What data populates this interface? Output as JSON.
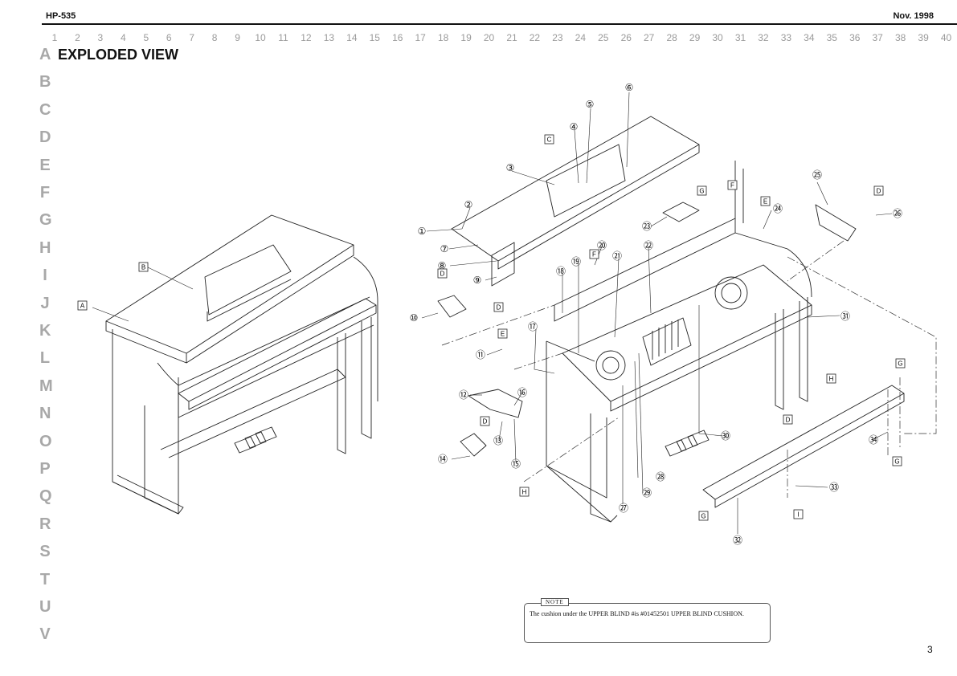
{
  "header": {
    "model": "HP-535",
    "date": "Nov. 1998"
  },
  "title": "EXPLODED VIEW",
  "page_number": "3",
  "grid": {
    "columns": [
      "1",
      "2",
      "3",
      "4",
      "5",
      "6",
      "7",
      "8",
      "9",
      "10",
      "11",
      "12",
      "13",
      "14",
      "15",
      "16",
      "17",
      "18",
      "19",
      "20",
      "21",
      "22",
      "23",
      "24",
      "25",
      "26",
      "27",
      "28",
      "29",
      "30",
      "31",
      "32",
      "33",
      "34",
      "35",
      "36",
      "37",
      "38",
      "39",
      "40"
    ],
    "rows": [
      "A",
      "B",
      "C",
      "D",
      "E",
      "F",
      "G",
      "H",
      "I",
      "J",
      "K",
      "L",
      "M",
      "N",
      "O",
      "P",
      "Q",
      "R",
      "S",
      "T",
      "U",
      "V"
    ]
  },
  "diagram": {
    "callouts": [
      "①",
      "②",
      "③",
      "④",
      "⑤",
      "⑥",
      "⑦",
      "⑧",
      "⑨",
      "⑩",
      "⑪",
      "⑫",
      "⑬",
      "⑭",
      "⑮",
      "⑯",
      "⑰",
      "⑱",
      "⑲",
      "⑳",
      "㉑",
      "㉒",
      "㉓",
      "㉔",
      "㉕",
      "㉖",
      "㉗",
      "㉘",
      "㉙",
      "㉚",
      "㉛",
      "㉜",
      "㉝",
      "㉞"
    ],
    "box_labels": [
      "A",
      "B",
      "C",
      "D",
      "E",
      "F",
      "G",
      "H",
      "I"
    ]
  },
  "note": {
    "tag": "NOTE",
    "text": "The cushion under the UPPER BLIND   #is #01452501 UPPER BLIND CUSHION."
  }
}
